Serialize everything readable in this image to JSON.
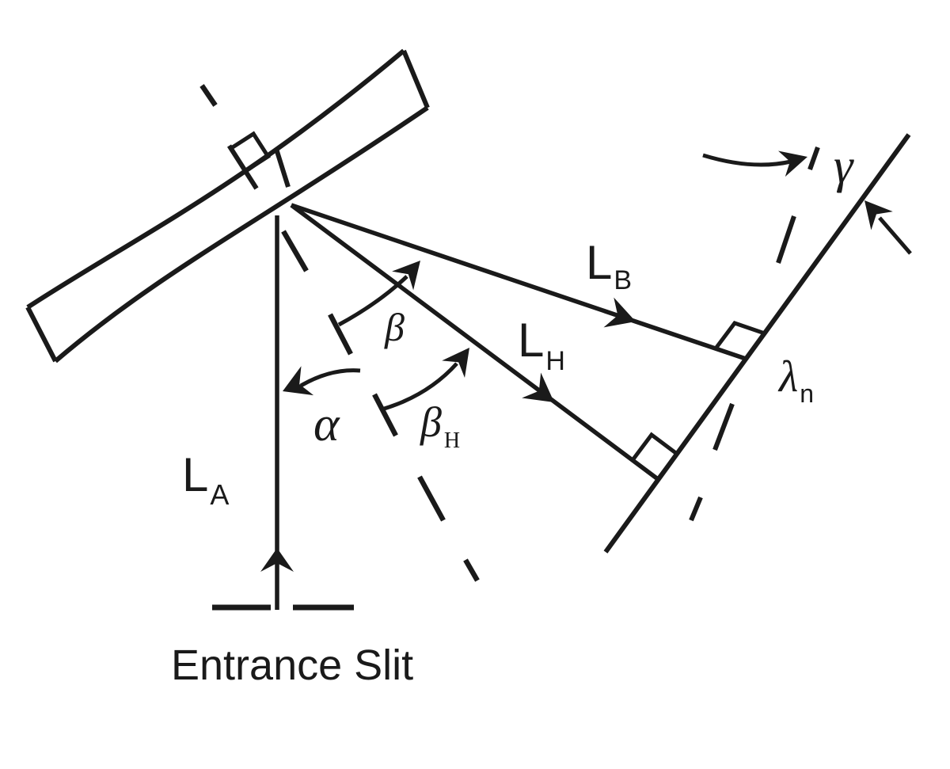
{
  "figure": {
    "colors": {
      "background": "#ffffff",
      "ink": "#1a1a1a"
    },
    "labels": {
      "entrance_slit": "Entrance Slit",
      "l_a": {
        "main": "L",
        "sub": "A"
      },
      "l_b": {
        "main": "L",
        "sub": "B"
      },
      "l_h": {
        "main": "L",
        "sub": "H"
      },
      "alpha": "α",
      "beta": "β",
      "beta_h": {
        "main": "β",
        "sub": "H"
      },
      "gamma": "γ",
      "lambda_n": {
        "main": "λ",
        "sub": "n"
      }
    }
  }
}
